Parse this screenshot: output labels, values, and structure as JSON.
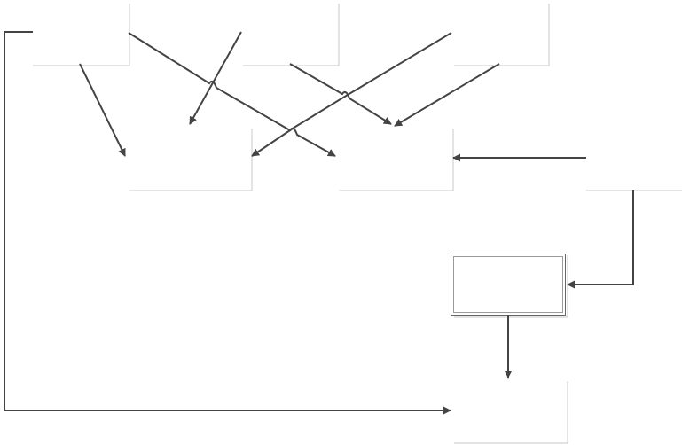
{
  "diagram": {
    "colors": {
      "background": "#ffffff",
      "connector": "#444444",
      "box_border": "#c8c8c8",
      "focus_box_border": "#666666"
    },
    "nodes": [
      {
        "id": "node-1",
        "label": ""
      },
      {
        "id": "node-2",
        "label": ""
      },
      {
        "id": "node-3",
        "label": ""
      },
      {
        "id": "node-4",
        "label": ""
      },
      {
        "id": "node-5",
        "label": ""
      },
      {
        "id": "node-6",
        "label": ""
      },
      {
        "id": "node-7",
        "label": ""
      },
      {
        "id": "node-8",
        "label": ""
      },
      {
        "id": "node-9",
        "label": ""
      }
    ],
    "edges": [
      {
        "id": "edge-1"
      },
      {
        "id": "edge-2"
      },
      {
        "id": "edge-3"
      },
      {
        "id": "edge-4"
      },
      {
        "id": "edge-5"
      },
      {
        "id": "edge-6"
      },
      {
        "id": "edge-7"
      },
      {
        "id": "edge-8"
      },
      {
        "id": "edge-9"
      }
    ]
  }
}
